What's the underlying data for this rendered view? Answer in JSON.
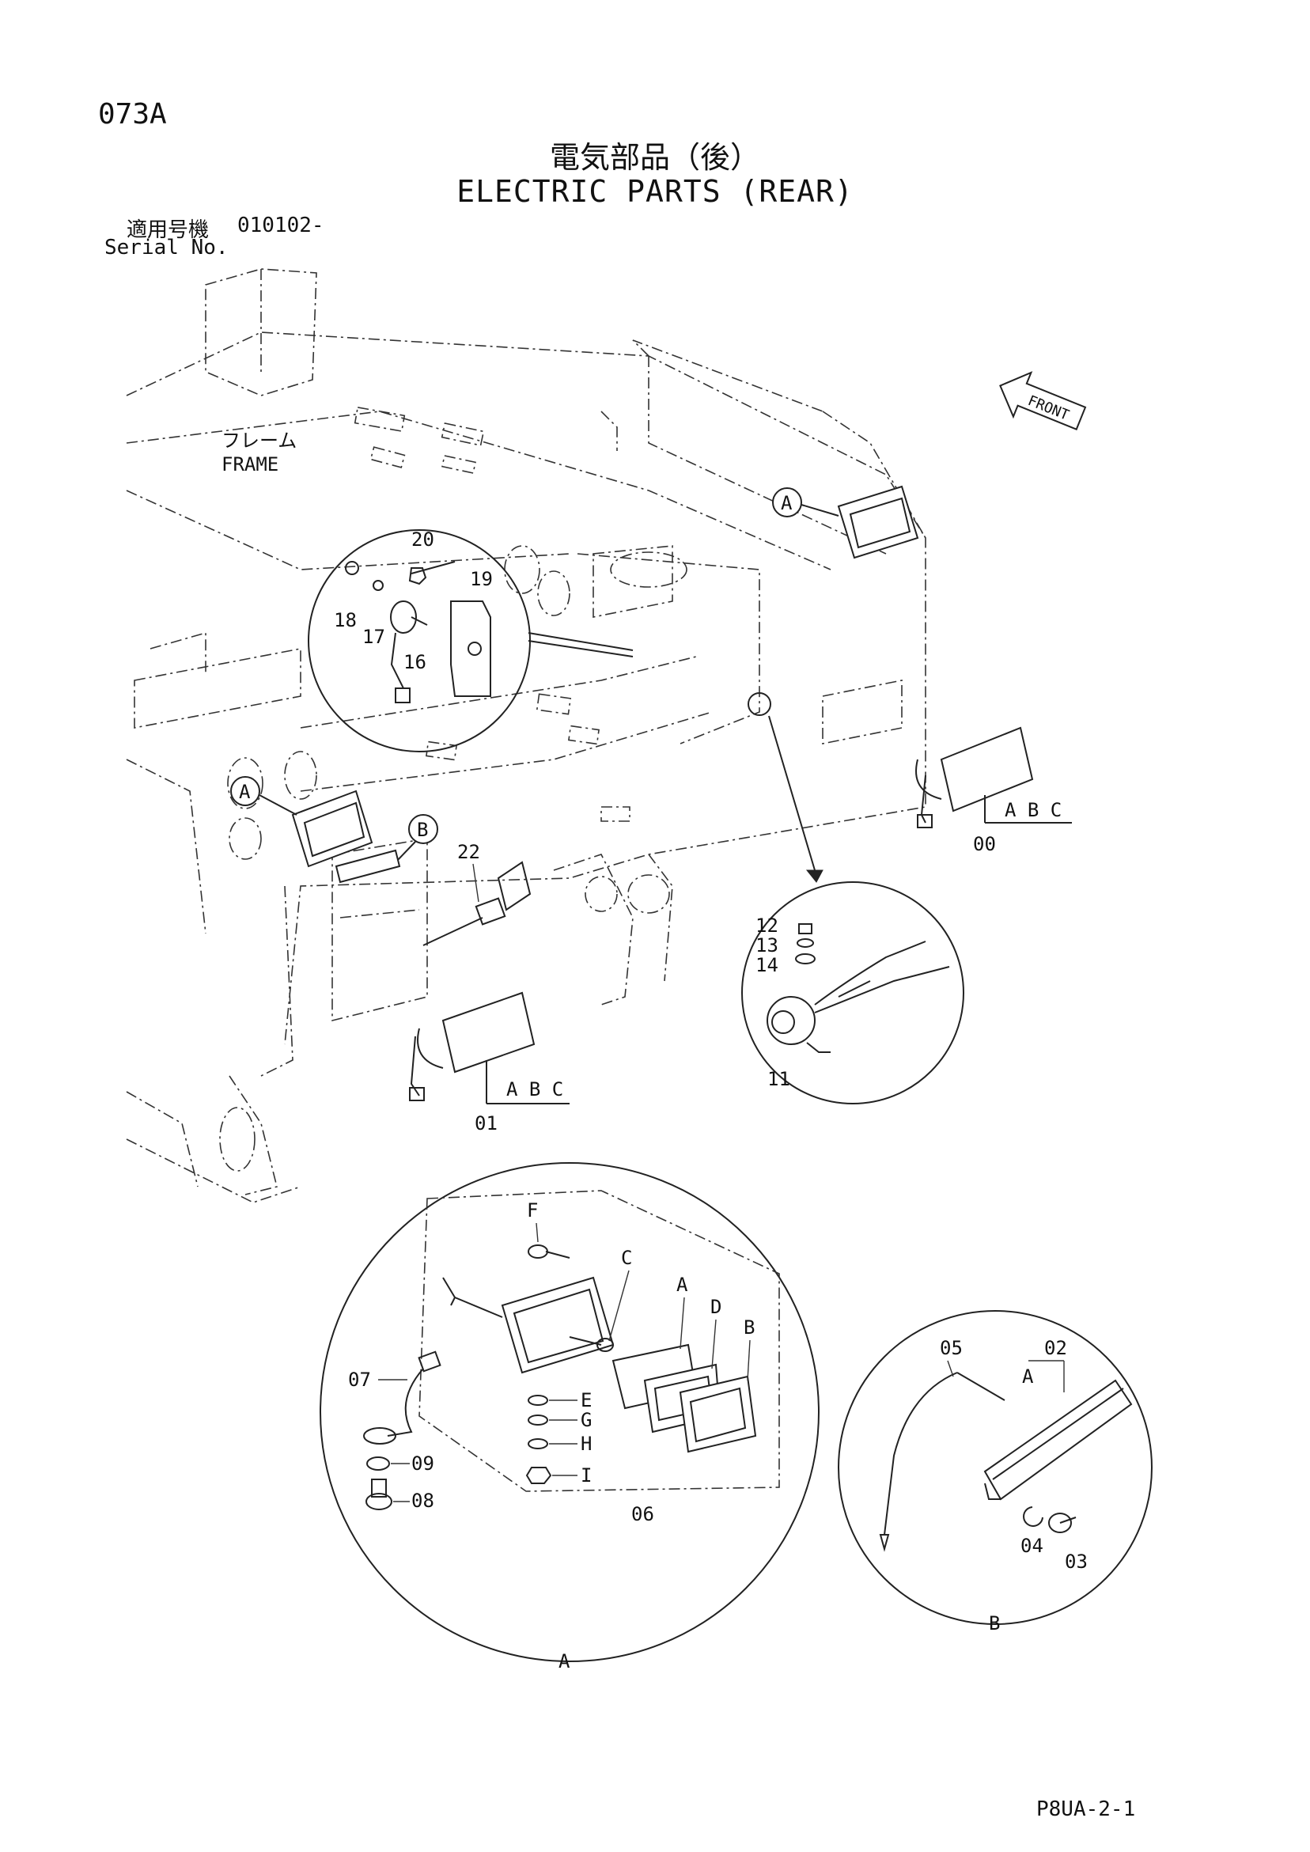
{
  "header": {
    "page_no": "073A",
    "title_jp": "電気部品（後）",
    "title_en": "ELECTRIC PARTS (REAR)",
    "serial_jp": "適用号機",
    "serial_value": "010102-",
    "serial_en": "Serial No."
  },
  "frame_label": {
    "jp": "フレーム",
    "en": "FRAME"
  },
  "front_arrow": {
    "label": "FRONT"
  },
  "callouts": {
    "n20": "20",
    "n19": "19",
    "n18": "18",
    "n17": "17",
    "n16": "16",
    "n22": "22",
    "n00": "00",
    "n01": "01",
    "n12": "12",
    "n13": "13",
    "n14": "14",
    "n11": "11",
    "n07": "07",
    "n09": "09",
    "n08": "08",
    "n06": "06",
    "n05": "05",
    "n02": "02",
    "n04": "04",
    "n03": "03",
    "abc": "A B C",
    "A": "A",
    "B": "B",
    "C": "C",
    "D": "D",
    "E": "E",
    "F": "F",
    "G": "G",
    "H": "H",
    "I": "I"
  },
  "footer": {
    "code": "P8UA-2-1"
  }
}
